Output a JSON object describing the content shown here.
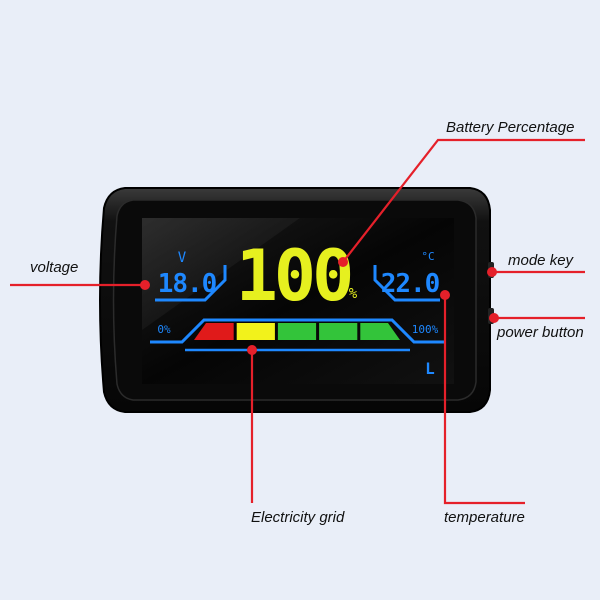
{
  "display": {
    "voltage_unit": "V",
    "voltage_value": "18.0",
    "battery_percent": "100",
    "percent_sign": "%",
    "temperature_unit": "°C",
    "temperature_value": "22.0",
    "scale_min": "0%",
    "scale_max": "100%",
    "mode_indicator": "L",
    "battery_level_fraction": 1.0,
    "bar_segments": [
      {
        "color": "#e01a1a"
      },
      {
        "color": "#f2f21b"
      },
      {
        "color": "#33c43a"
      },
      {
        "color": "#33c43a"
      },
      {
        "color": "#33c43a"
      }
    ]
  },
  "callouts": {
    "voltage": "voltage",
    "battery_percentage": "Battery Percentage",
    "mode_key": "mode key",
    "power_button": "power button",
    "electricity_grid": "Electricity grid",
    "temperature": "temperature"
  },
  "colors": {
    "background": "#e9eef8",
    "lcd_blue": "#1e88ff",
    "lcd_yellow": "#e6f01f",
    "callout_red": "#e5202a",
    "bezel": "#0d0d0d"
  }
}
